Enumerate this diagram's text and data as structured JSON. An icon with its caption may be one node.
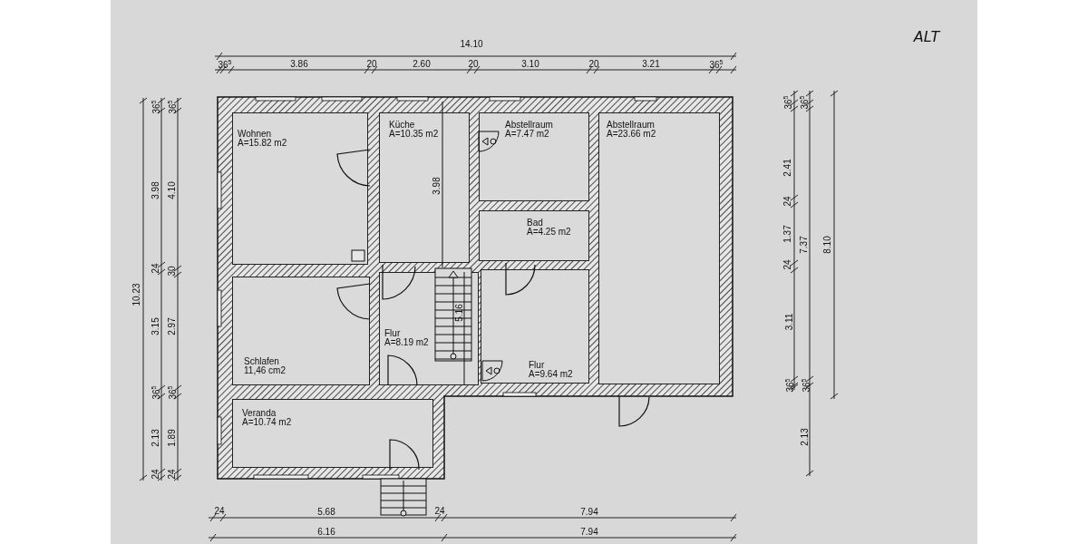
{
  "diagram": {
    "nodes": [
      {
        "text": [
          "Wohnen",
          "A=15.82 m2"
        ]
      },
      {
        "text": [
          "Küche",
          "A=10.35 m2"
        ]
      },
      {
        "text": [
          "Abstellraum",
          "A=7.47 m2"
        ]
      },
      {
        "text": [
          "Abstellraum",
          "A=23.66 m2"
        ]
      },
      {
        "text": [
          "Bad",
          "A=4.25 m2"
        ]
      },
      {
        "text": [
          "Schlafen",
          "11,46 cm2"
        ]
      },
      {
        "text": [
          "Flur",
          "A=8.19 m2"
        ]
      },
      {
        "text": [
          "Flur",
          "A=9.64 m2"
        ]
      },
      {
        "text": [
          "Veranda",
          "A=10.74 m2"
        ]
      }
    ],
    "edges": [],
    "labels": [
      "14.10",
      "36$^{5}$",
      "3.86",
      "20",
      "2.60",
      "20",
      "3.10",
      "20",
      "3.21",
      "36$^{5}$",
      "10.23",
      "36$^{5}$",
      "3.98",
      "24",
      "3.15",
      "36$^{5}$",
      "2.13",
      "24",
      "36$^{5}$",
      "4.10",
      "30",
      "2.97",
      "36$^{5}$",
      "1.89",
      "24",
      "36$^{5}$",
      "2.41",
      "24",
      "1.37",
      "24",
      "3.11",
      "36$^{5}$",
      "36$^{5}$",
      "7.37",
      "36$^{5}$",
      "2.13",
      "8.10",
      "24",
      "5.68",
      "24",
      "7.94",
      "6.16",
      "7.94",
      "3.98",
      "5.16",
      "ALT"
    ]
  }
}
